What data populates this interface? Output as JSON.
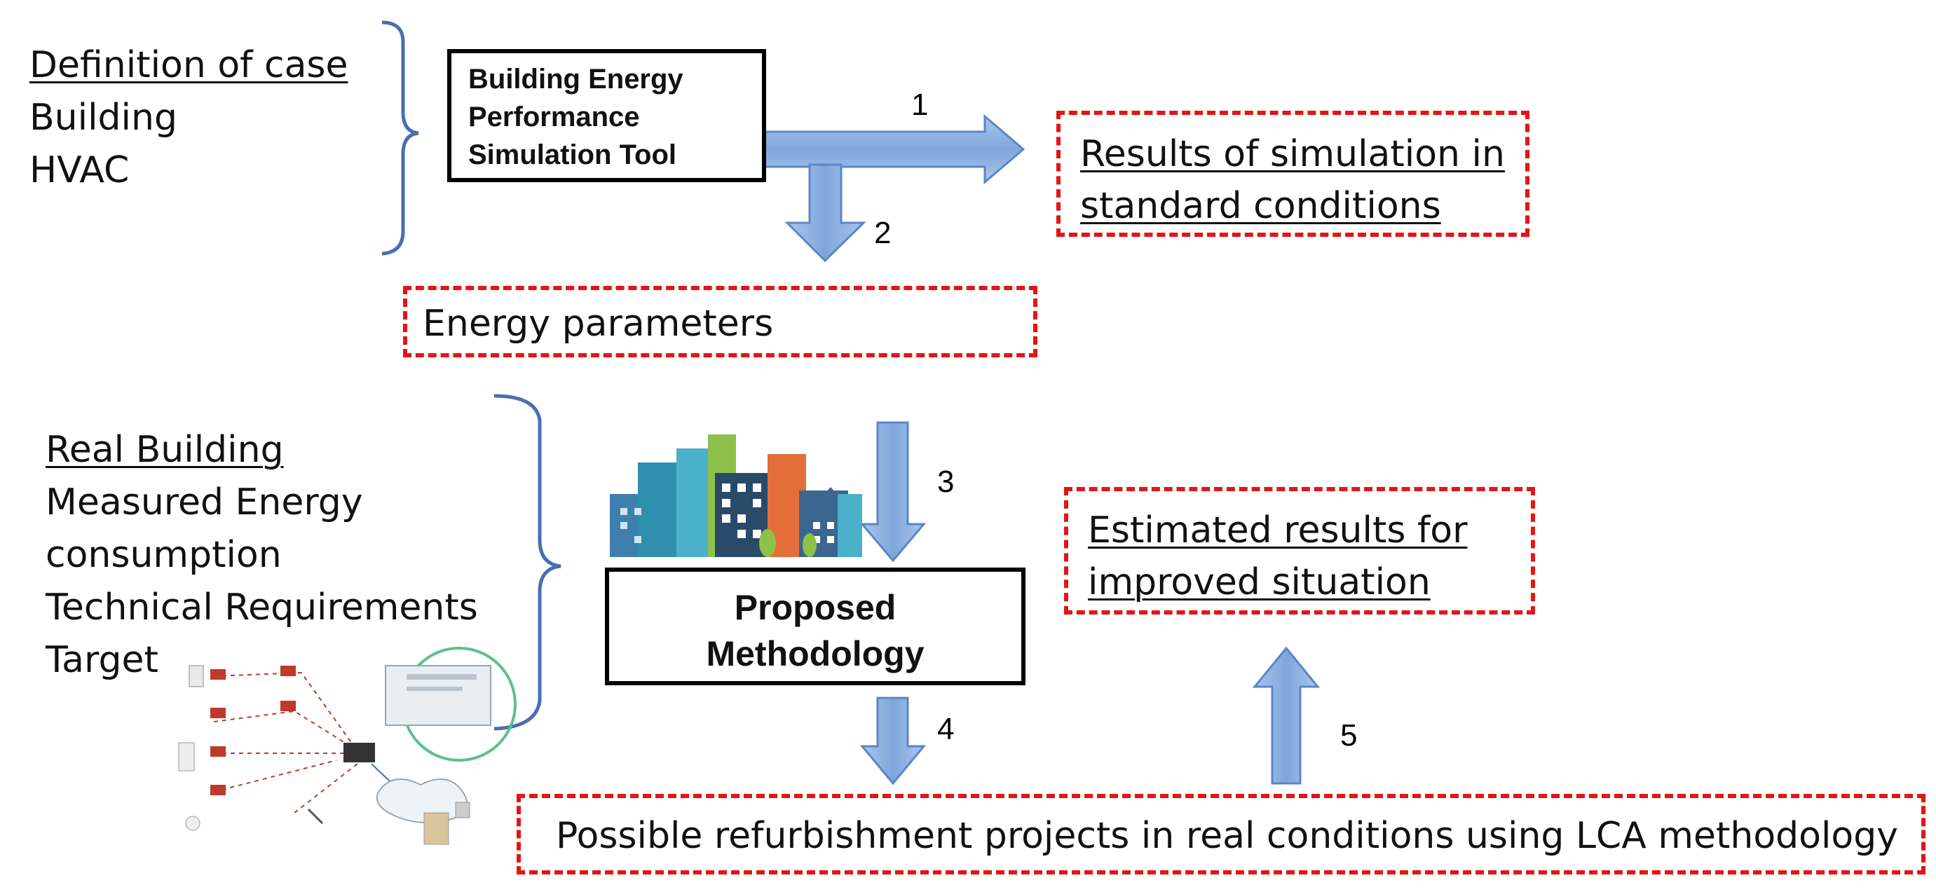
{
  "top_left": {
    "heading": "Definition of case",
    "items": [
      "Building",
      "HVAC"
    ]
  },
  "tool_box": {
    "lines": [
      "Building Energy",
      "Performance",
      "Simulation Tool"
    ]
  },
  "results_standard": {
    "lines": [
      "Results of simulation in",
      "standard conditions"
    ]
  },
  "energy_parameters": {
    "label": "Energy parameters"
  },
  "bottom_left": {
    "heading": "Real Building",
    "items": [
      "Measured Energy",
      "consumption",
      "Technical Requirements",
      "Target"
    ]
  },
  "methodology_box": {
    "lines": [
      "Proposed",
      "Methodology"
    ]
  },
  "estimated_results": {
    "lines": [
      "Estimated results for",
      "improved situation"
    ]
  },
  "refurbishment": {
    "label": "Possible refurbishment projects in real conditions using LCA methodology"
  },
  "arrow_labels": [
    "1",
    "2",
    "3",
    "4",
    "5"
  ],
  "colors": {
    "arrow_fill": "#8fb4e3",
    "arrow_stroke": "#5b86c4",
    "dashed_border": "#e31515",
    "brace": "#4a6fb0"
  },
  "icons": [
    "city-buildings-icon",
    "sensor-network-icon"
  ]
}
